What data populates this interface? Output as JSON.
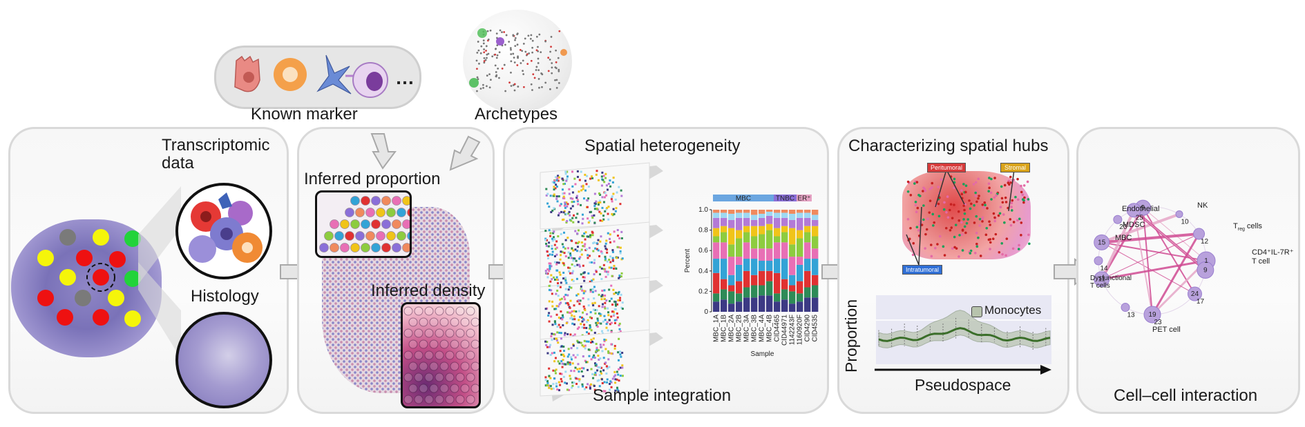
{
  "top": {
    "known_marker_label": "Known marker",
    "archetypes_label": "Archetypes"
  },
  "panel1": {
    "title": "Transcriptomic data",
    "histology_label": "Histology"
  },
  "panel2": {
    "proportion_label": "Inferred proportion",
    "density_label": "Inferred density"
  },
  "panel3": {
    "title": "Spatial heterogeneity",
    "footer": "Sample integration"
  },
  "panel4": {
    "title": "Characterizing spatial hubs",
    "tag_peritumoral": "Peritumoral",
    "tag_stromal": "Stromal",
    "tag_intratumoral": "Intratumoral",
    "legend_label": "Monocytes",
    "y_axis": "Proportion",
    "x_axis": "Pseudospace"
  },
  "panel5": {
    "title": "Cell–cell interaction",
    "nodes": {
      "endothelial": "Endothelial",
      "nk": "NK",
      "mdsc": "MDSC",
      "treg": "T",
      "treg_sub": "reg",
      "treg_suffix": " cells",
      "mbc": "MBC",
      "cd4": "CD4⁺IL-7R⁺",
      "cd4_line2": "T cell",
      "dysfunctional": "Dysfunctional",
      "dysfunctional_line2": "T cells",
      "pet": "PET cell"
    },
    "node_numbers": [
      "9",
      "11",
      "1",
      "9",
      "24",
      "15",
      "19"
    ],
    "small_numbers": [
      "10",
      "12",
      "13",
      "14",
      "20",
      "25",
      "17",
      "23"
    ]
  },
  "chart_data": {
    "type": "bar",
    "title": "",
    "xlabel": "Sample",
    "ylabel": "Percent",
    "ylim": [
      0,
      1
    ],
    "yticks": [
      "0",
      "0.2",
      "0.4",
      "0.6",
      "0.8",
      "1.0"
    ],
    "groups": [
      {
        "label": "MBC",
        "color": "#6ba6e0",
        "span": 8
      },
      {
        "label": "TNBC",
        "color": "#8a6fd8",
        "span": 3
      },
      {
        "label": "ER⁺",
        "color": "#e6a3c4",
        "span": 2
      }
    ],
    "categories": [
      "MBC_1A",
      "MBC_1B",
      "MBC_2A",
      "MBC_2B",
      "MBC_3A",
      "MBC_3B",
      "MBC_4A",
      "MBC_4B",
      "CID4465",
      "CID44971",
      "1142243F",
      "1160920F",
      "CID4290",
      "CID4535"
    ],
    "stack_colors": [
      "#3c3a84",
      "#2e8b57",
      "#e03131",
      "#33a3d6",
      "#e86fb5",
      "#8dcc3f",
      "#f0c419",
      "#b37ad6",
      "#9ed9f2",
      "#f08a5d"
    ],
    "stacks": [
      [
        0.1,
        0.12,
        0.08,
        0.1,
        0.14,
        0.14,
        0.16,
        0.16
      ],
      [
        0.08,
        0.1,
        0.12,
        0.08,
        0.1,
        0.12,
        0.1,
        0.14
      ],
      [
        0.2,
        0.1,
        0.06,
        0.12,
        0.16,
        0.1,
        0.14,
        0.1
      ],
      [
        0.14,
        0.2,
        0.1,
        0.16,
        0.12,
        0.16,
        0.1,
        0.1
      ],
      [
        0.16,
        0.16,
        0.18,
        0.08,
        0.16,
        0.1,
        0.12,
        0.12
      ],
      [
        0.06,
        0.1,
        0.12,
        0.18,
        0.1,
        0.12,
        0.14,
        0.18
      ],
      [
        0.08,
        0.06,
        0.16,
        0.08,
        0.06,
        0.1,
        0.08,
        0.06
      ],
      [
        0.1,
        0.08,
        0.08,
        0.12,
        0.08,
        0.06,
        0.08,
        0.08
      ],
      [
        0.05,
        0.05,
        0.06,
        0.05,
        0.05,
        0.05,
        0.04,
        0.04
      ],
      [
        0.03,
        0.03,
        0.04,
        0.03,
        0.03,
        0.05,
        0.04,
        0.02
      ]
    ]
  }
}
